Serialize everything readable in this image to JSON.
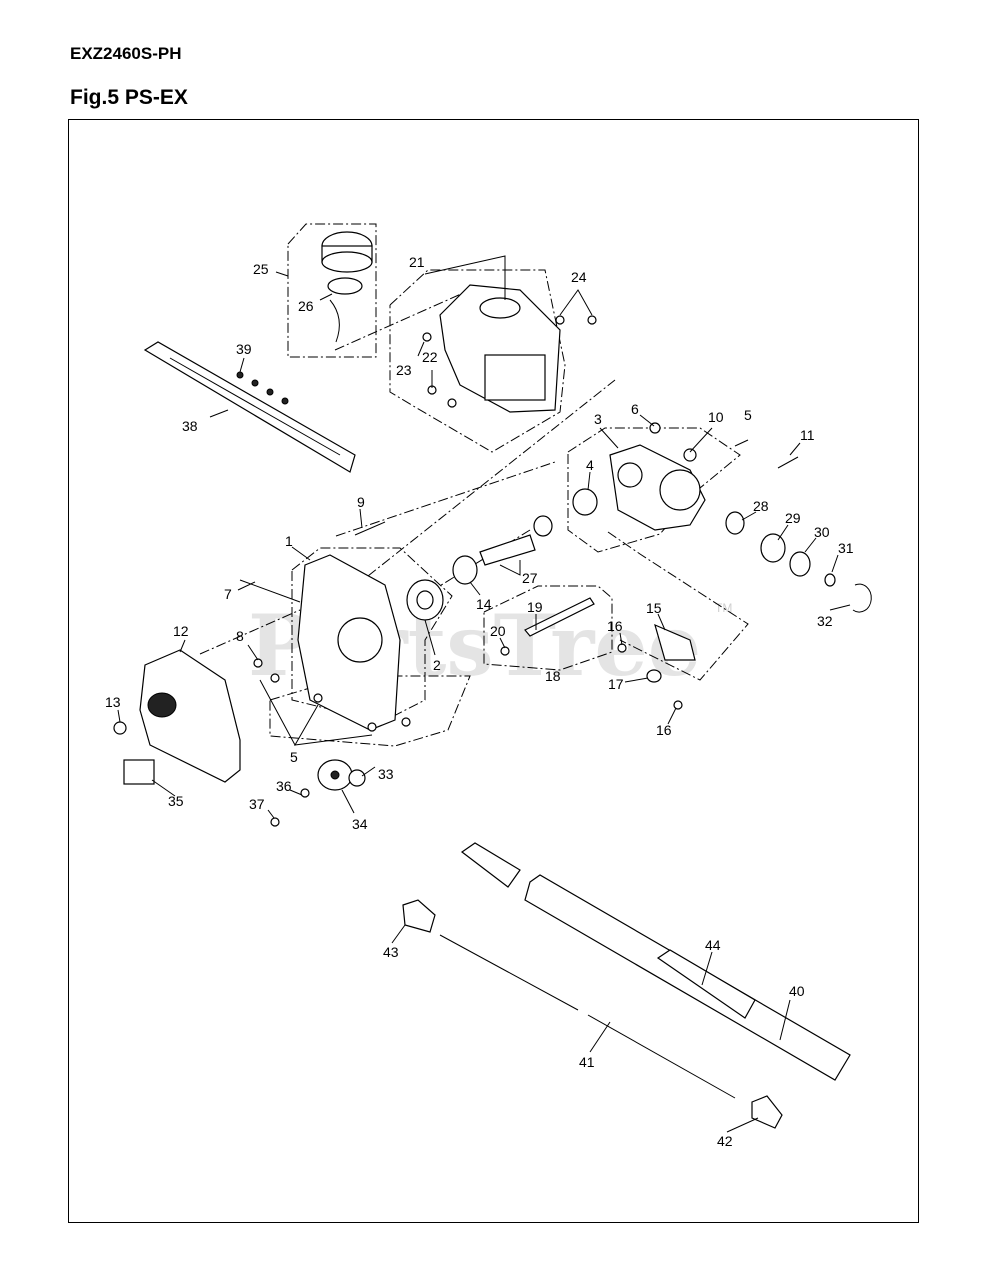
{
  "header": {
    "model": "EXZ2460S-PH",
    "figure_title": "Fig.5 PS-EX"
  },
  "watermark": {
    "text": "PartsTree",
    "trademark": "TM"
  },
  "callouts": [
    "1",
    "2",
    "3",
    "4",
    "5",
    "5",
    "6",
    "7",
    "8",
    "9",
    "10",
    "11",
    "12",
    "13",
    "14",
    "15",
    "16",
    "16",
    "17",
    "18",
    "19",
    "20",
    "21",
    "22",
    "23",
    "24",
    "25",
    "26",
    "27",
    "28",
    "29",
    "30",
    "31",
    "32",
    "33",
    "34",
    "35",
    "36",
    "37",
    "38",
    "39",
    "40",
    "41",
    "42",
    "43",
    "44"
  ]
}
